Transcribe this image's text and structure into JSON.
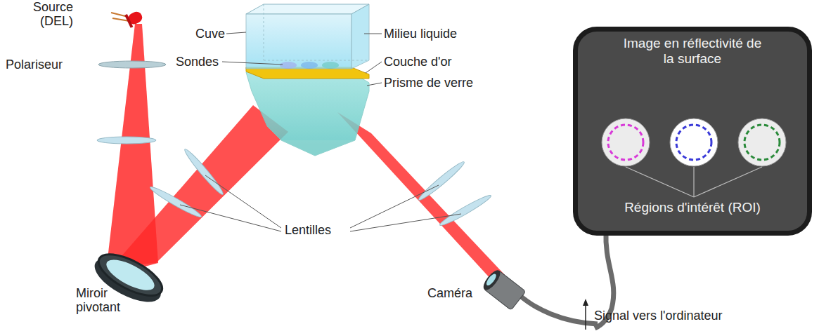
{
  "diagram": {
    "nodes": [
      {
        "text": [
          "Image en réflectivité de la surface",
          "Régions d'intérêt (ROI)"
        ]
      }
    ],
    "labels": [
      "Source (DEL)",
      "Polariseur",
      "Cuve",
      "Sondes",
      "Milieu liquide",
      "Couche d'or",
      "Prisme de verre",
      "Lentilles",
      "Miroir pivotant",
      "Caméra",
      "Signal vers l'ordinateur"
    ]
  }
}
